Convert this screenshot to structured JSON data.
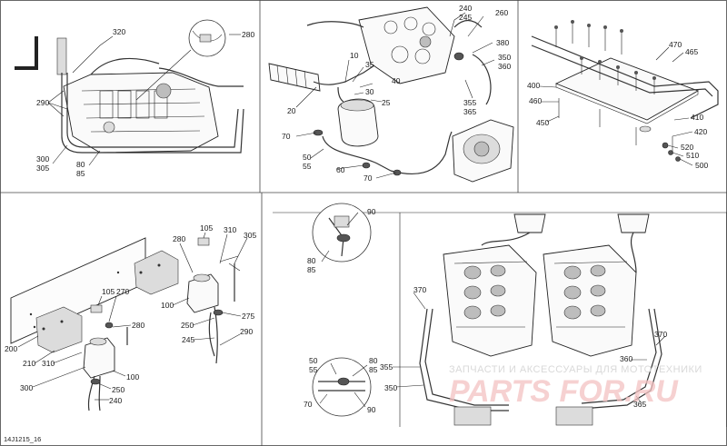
{
  "diagram_code": "14J1215_16",
  "watermark": {
    "caption": "ЗАПЧАСТИ И АКСЕССУАРЫ ДЛЯ МОТОТЕХНИКИ",
    "logo": "PARTS FOR.RU"
  },
  "panels": {
    "top_left": {
      "labels": [
        "320",
        "280",
        "290",
        "300",
        "305",
        "80",
        "85"
      ]
    },
    "top_center": {
      "labels": [
        "240",
        "245",
        "260",
        "380",
        "10",
        "35",
        "350",
        "360",
        "40",
        "30",
        "25",
        "355",
        "365",
        "20",
        "70",
        "50",
        "55",
        "60",
        "70"
      ]
    },
    "top_right": {
      "labels": [
        "470",
        "465",
        "400",
        "460",
        "420",
        "450",
        "410",
        "520",
        "510",
        "500"
      ]
    },
    "bottom_left": {
      "labels": [
        "105",
        "310",
        "305",
        "280",
        "100",
        "275",
        "250",
        "245",
        "290",
        "105",
        "270",
        "280",
        "200",
        "210",
        "310",
        "300",
        "100",
        "250",
        "240"
      ]
    },
    "bottom_right": {
      "labels": [
        "90",
        "80",
        "85",
        "370",
        "50",
        "55",
        "80",
        "85",
        "355",
        "350",
        "70",
        "90",
        "360",
        "370",
        "365"
      ]
    }
  }
}
